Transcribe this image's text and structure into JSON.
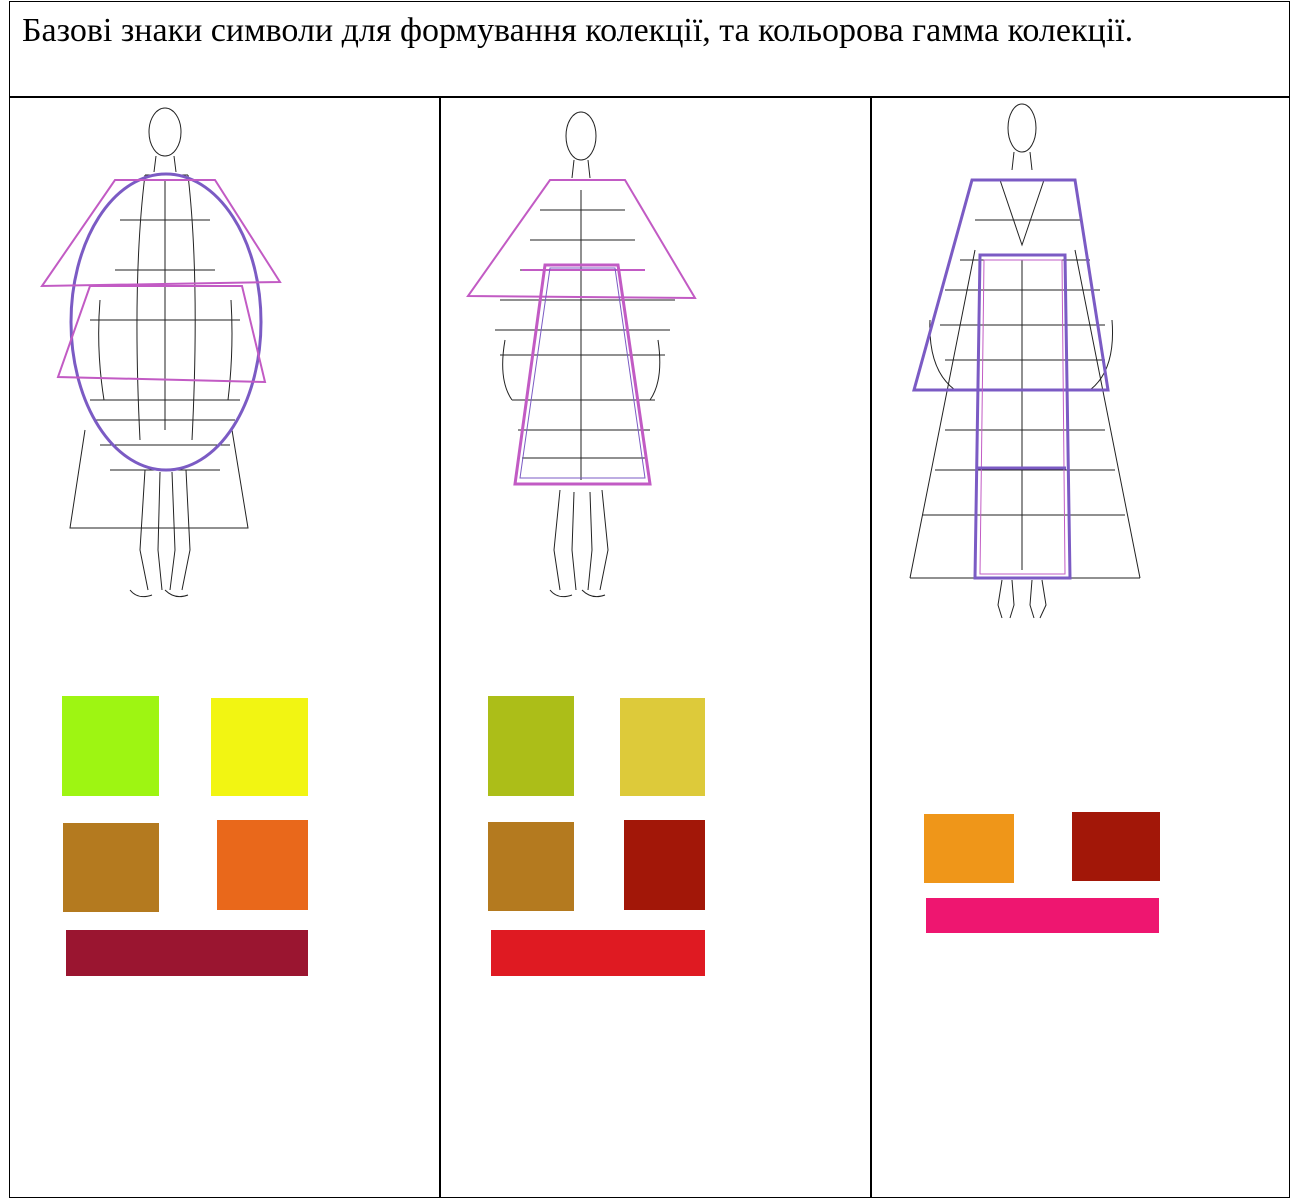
{
  "header": {
    "title": "Базові знаки символи для формування колекції, та кольорова гамма колекції."
  },
  "columns": [
    {
      "figure": "oval-silhouette-figure",
      "swatches": [
        {
          "color": "#9EF512"
        },
        {
          "color": "#F2F512"
        },
        {
          "color": "#B47A1F"
        },
        {
          "color": "#E9681B"
        },
        {
          "color": "#9A1530"
        }
      ]
    },
    {
      "figure": "trapezoid-silhouette-figure",
      "swatches": [
        {
          "color": "#ACBE18"
        },
        {
          "color": "#DDCA3A"
        },
        {
          "color": "#B47A1F"
        },
        {
          "color": "#A21708"
        },
        {
          "color": "#DF1A22"
        }
      ]
    },
    {
      "figure": "rectangle-silhouette-figure",
      "swatches": [
        {
          "color": "#EF9619"
        },
        {
          "color": "#A21708"
        },
        {
          "color": "#EE1670"
        }
      ]
    }
  ]
}
